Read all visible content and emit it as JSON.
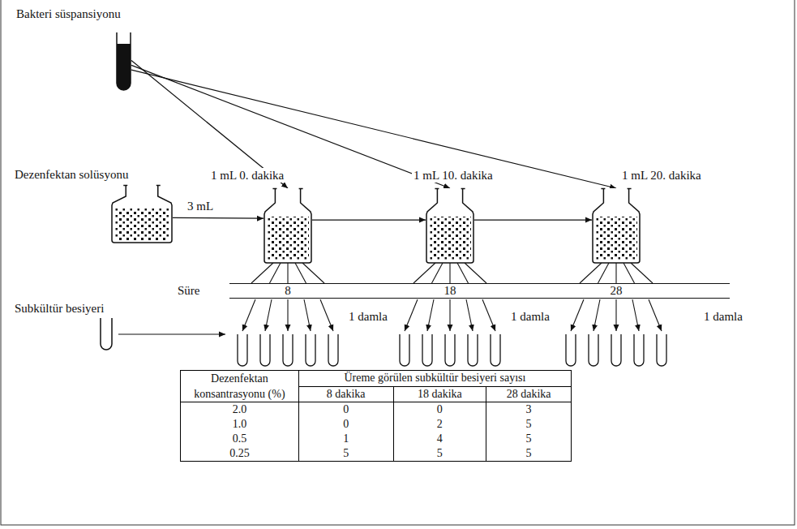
{
  "diagram": {
    "nodes": [
      {
        "text": [
          "Bakteri süspansiyonu"
        ]
      },
      {
        "text": [
          "Dezenfektan solüsyonu"
        ]
      },
      {
        "text": [
          "1 mL 0. dakika"
        ]
      },
      {
        "text": [
          "1 mL 10. dakika"
        ]
      },
      {
        "text": [
          "1 mL 20. dakika"
        ]
      },
      {
        "text": [
          "Süre",
          "8",
          "18",
          "28"
        ]
      },
      {
        "text": [
          "Subkültür besiyeri"
        ]
      }
    ],
    "edges": [
      {
        "from": 0,
        "to": 2,
        "arrow": "to"
      },
      {
        "from": 0,
        "to": 3,
        "arrow": "to"
      },
      {
        "from": 0,
        "to": 4,
        "arrow": "to"
      },
      {
        "from": 1,
        "to": 2,
        "label": "3 mL",
        "arrow": "to"
      },
      {
        "from": 2,
        "to": 3,
        "arrow": "to"
      },
      {
        "from": 3,
        "to": 4,
        "arrow": "to"
      },
      {
        "from": 2,
        "to": 5,
        "arrow": "none"
      },
      {
        "from": 3,
        "to": 5,
        "arrow": "none"
      },
      {
        "from": 4,
        "to": 5,
        "arrow": "none"
      }
    ],
    "labels": [
      "1 damla",
      "1 damla",
      "1 damla",
      "Dezenfektan konsantrasyonu (%)",
      "Üreme görülen subkültür besiyeri sayısı",
      "8 dakika",
      "18 dakika",
      "28 dakika",
      "2.0",
      "0",
      "0",
      "3",
      "1.0",
      "0",
      "2",
      "5",
      "0.5",
      "1",
      "4",
      "5",
      "0.25",
      "5",
      "5",
      "5"
    ]
  }
}
